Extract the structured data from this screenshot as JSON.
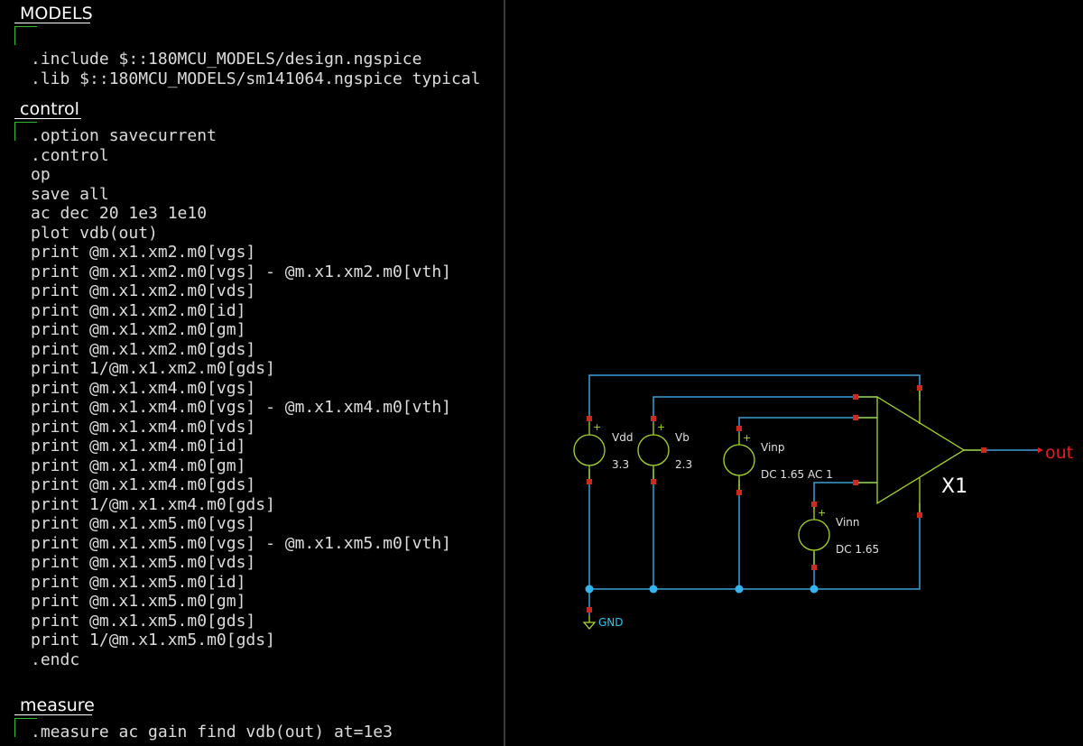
{
  "colors": {
    "background": "#000000",
    "code_text": "#dcdcdc",
    "label_text": "#ffffff",
    "bracket": "#2eb82e",
    "wire": "#3aa0d6",
    "symbol": "#a8d82a",
    "pin": "#cc2a1e",
    "junction": "#34b4f0",
    "net_label": "#e01e1e",
    "gnd_label": "#2ec4f0",
    "divider": "#3a3a3a"
  },
  "blocks": [
    {
      "label": "MODELS",
      "lines": [
        ".include $::180MCU_MODELS/design.ngspice",
        ".lib $::180MCU_MODELS/sm141064.ngspice typical"
      ]
    },
    {
      "label": "control",
      "lines": [
        ".option savecurrent",
        ".control",
        "op",
        "save all",
        "ac dec 20 1e3 1e10",
        "plot vdb(out)",
        "print @m.x1.xm2.m0[vgs]",
        "print @m.x1.xm2.m0[vgs] - @m.x1.xm2.m0[vth]",
        "print @m.x1.xm2.m0[vds]",
        "print @m.x1.xm2.m0[id]",
        "print @m.x1.xm2.m0[gm]",
        "print @m.x1.xm2.m0[gds]",
        "print 1/@m.x1.xm2.m0[gds]",
        "print @m.x1.xm4.m0[vgs]",
        "print @m.x1.xm4.m0[vgs] - @m.x1.xm4.m0[vth]",
        "print @m.x1.xm4.m0[vds]",
        "print @m.x1.xm4.m0[id]",
        "print @m.x1.xm4.m0[gm]",
        "print @m.x1.xm4.m0[gds]",
        "print 1/@m.x1.xm4.m0[gds]",
        "print @m.x1.xm5.m0[vgs]",
        "print @m.x1.xm5.m0[vgs] - @m.x1.xm5.m0[vth]",
        "print @m.x1.xm5.m0[vds]",
        "print @m.x1.xm5.m0[id]",
        "print @m.x1.xm5.m0[gm]",
        "print @m.x1.xm5.m0[gds]",
        "print 1/@m.x1.xm5.m0[gds]",
        ".endc"
      ]
    },
    {
      "label": "measure",
      "lines": [
        ".measure ac gain find vdb(out) at=1e3"
      ]
    }
  ],
  "schematic": {
    "sources": [
      {
        "name": "Vdd",
        "value": "3.3",
        "icon": "voltage-source-icon"
      },
      {
        "name": "Vb",
        "value": "2.3",
        "icon": "voltage-source-icon"
      },
      {
        "name": "Vinp",
        "value": "DC 1.65 AC 1",
        "icon": "voltage-source-icon"
      },
      {
        "name": "Vinn",
        "value": "DC 1.65",
        "icon": "voltage-source-icon"
      }
    ],
    "opamp": {
      "name": "X1",
      "icon": "opamp-triangle-icon"
    },
    "output_label": "out",
    "ground_label": "GND",
    "plus_sign": "+"
  }
}
